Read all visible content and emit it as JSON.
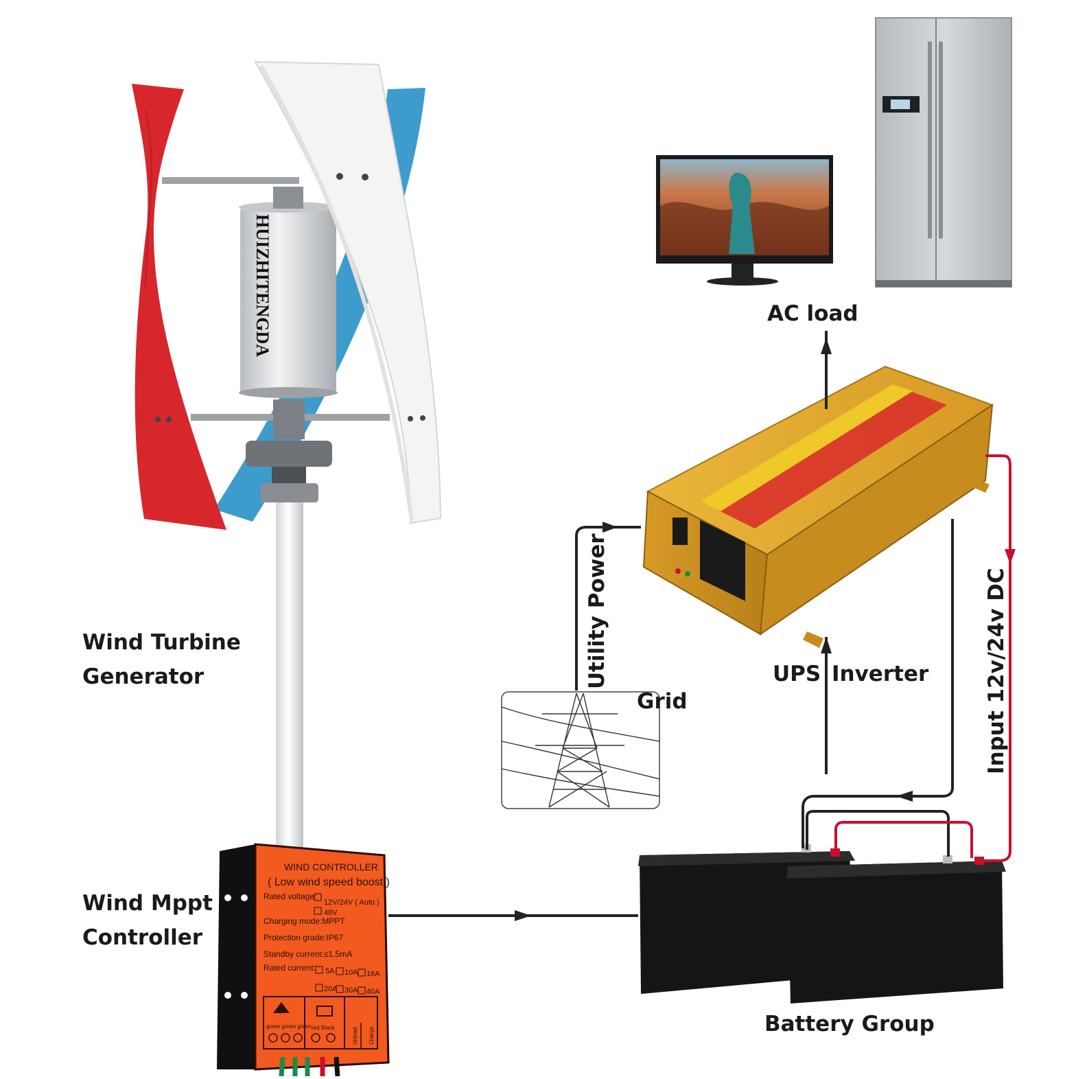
{
  "labels": {
    "wind_turbine": [
      "Wind Turbine",
      "Generator"
    ],
    "wind_controller": [
      "Wind Mppt",
      "Controller"
    ],
    "ac_load": "AC load",
    "ups": "UPS",
    "inverter": "Inverter",
    "grid": "Grid",
    "utility_power": "Utility Power",
    "input_dc": "Input 12v/24v DC",
    "battery_group": "Battery Group"
  },
  "turbine": {
    "brand": "HUIZHITENGDA"
  },
  "controller": {
    "title": "WIND CONTROLLER",
    "subtitle": "( Low wind speed boost )",
    "rated_voltage_label": "Rated voltage:",
    "rated_voltage_opt1": "12V/24V ( Auto )",
    "rated_voltage_opt2": "48V",
    "charging_mode": "Charging mode:MPPT",
    "protection_grade": "Protection grade:IP67",
    "standby_current": "Standby current:≤1.5mA",
    "rated_current_label": "Rated current:",
    "current_opts": [
      "5A",
      "10A",
      "16A",
      "20A",
      "30A",
      "40A"
    ],
    "terminal_labels": [
      "green green green",
      "red  Black",
      "Unload",
      "Charge"
    ]
  },
  "colors": {
    "arrow": "#222222",
    "dc_wire": "#c8102e",
    "controller_face": "#f25a1f",
    "inverter_body": "#e0a82c",
    "battery": "#151515",
    "blade_red": "#d8262d",
    "blade_blue": "#3d9ccc",
    "blade_white": "#f4f4f2"
  }
}
